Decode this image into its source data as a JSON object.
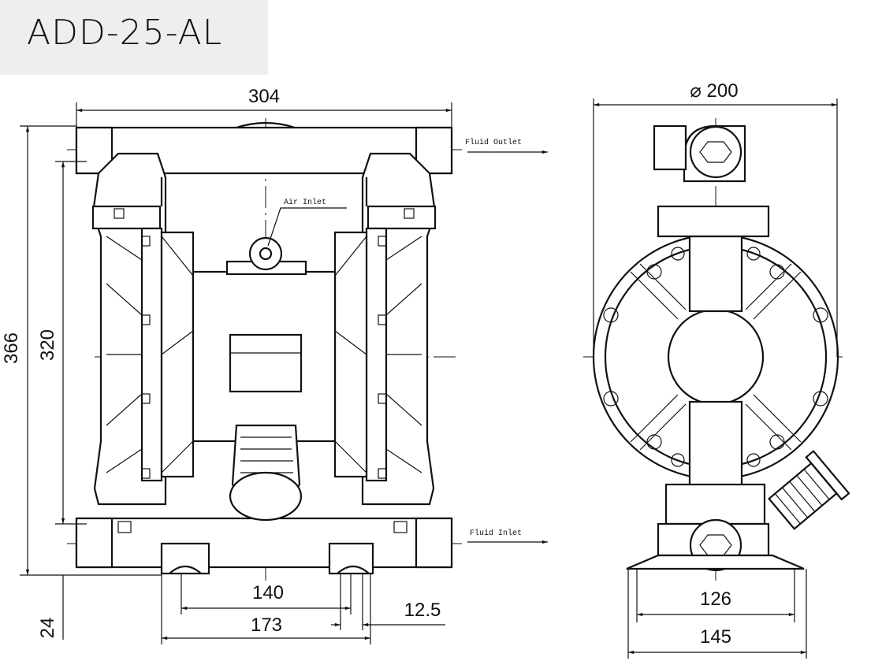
{
  "title": "ADD-25-AL",
  "front_view": {
    "labels": {
      "fluid_outlet": "Fluid Outlet",
      "air_inlet": "Air Inlet",
      "fluid_inlet": "Fluid Inlet"
    },
    "dimensions": {
      "width": "304",
      "height_total": "366",
      "height_ports": "320",
      "base_height": "24",
      "foot_inner": "140",
      "foot_outer": "173",
      "foot_slot": "12.5"
    }
  },
  "side_view": {
    "dimensions": {
      "diameter": "⌀ 200",
      "base_inner": "126",
      "base_outer": "145"
    }
  }
}
